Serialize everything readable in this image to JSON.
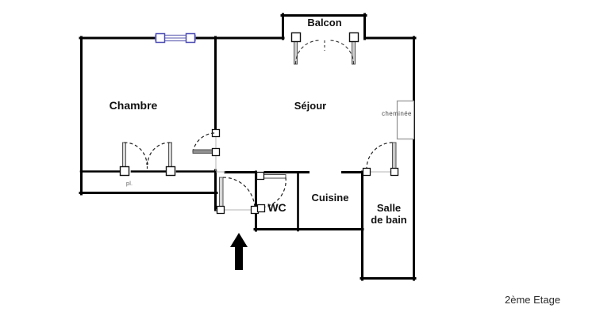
{
  "plan": {
    "title_caption": "2ème Etage",
    "rooms": [
      {
        "key": "chambre",
        "label": "Chambre"
      },
      {
        "key": "sejour",
        "label": "Séjour"
      },
      {
        "key": "balcon",
        "label": "Balcon"
      },
      {
        "key": "wc",
        "label": "WC"
      },
      {
        "key": "cuisine",
        "label": "Cuisine"
      },
      {
        "key": "sdb",
        "label": "Salle\nde bain"
      }
    ],
    "annotations": [
      {
        "key": "cheminee",
        "label": "cheminée"
      },
      {
        "key": "placard",
        "label": "pl."
      }
    ],
    "colors": {
      "wall": "#000000",
      "thin_wall": "#9a9a9a",
      "window": "#7b7bc0",
      "background": "#ffffff",
      "text": "#111111",
      "annotation_text": "#4a4a4a",
      "entry_arrow": "#000000"
    },
    "icons": {
      "entry_arrow": "entry-arrow-icon",
      "window": "window-icon",
      "door_swing": "door-swing-icon",
      "fireplace": "fireplace-icon"
    }
  }
}
